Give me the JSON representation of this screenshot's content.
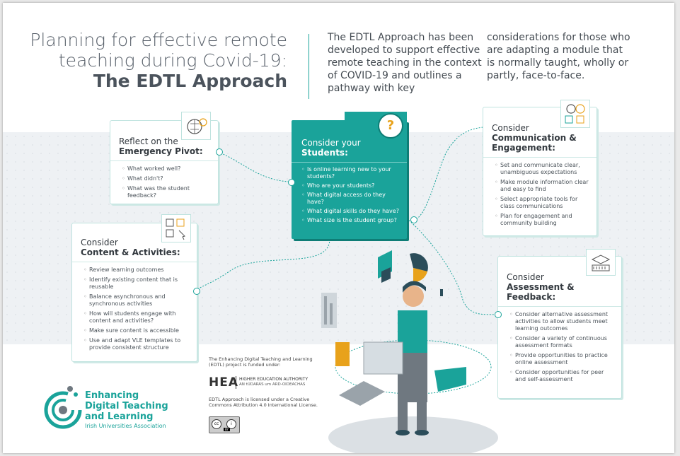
{
  "header": {
    "title_line1": "Planning for effective remote",
    "title_line2": "teaching during Covid-19:",
    "title_bold": "The EDTL Approach",
    "intro_col1": "The EDTL Approach has been developed to support effective remote teaching in the context of COVID-19 and outlines a pathway with key",
    "intro_col2": "considerations for those who are adapting a module that is normally taught, wholly or partly, face-to-face."
  },
  "cards": {
    "pivot": {
      "head1": "Reflect on the",
      "head2": "Emergency Pivot:",
      "items": [
        "What worked well?",
        "What didn't?",
        "What was the student feedback?"
      ]
    },
    "students": {
      "head1": "Consider your",
      "head2": "Students:",
      "items": [
        "Is online learning new to your students?",
        "Who are your students?",
        "What digital access do they have?",
        "What digital skills do they have?",
        "What size is the student group?"
      ]
    },
    "communication": {
      "head1": "Consider",
      "head2": "Communication & Engagement:",
      "items": [
        "Set and communicate clear, unambiguous expectations",
        "Make module information clear and easy to find",
        "Select appropriate tools for class communications",
        "Plan for engagement and community building"
      ]
    },
    "content": {
      "head1": "Consider",
      "head2": "Content & Activities:",
      "items": [
        "Review learning outcomes",
        "Identify existing content that is reusable",
        "Balance asynchronous and synchronous activities",
        "How will students engage with content and activities?",
        "Make sure content is accessible",
        "Use and adapt VLE templates to provide consistent structure"
      ]
    },
    "assessment": {
      "head1": "Consider",
      "head2": "Assessment & Feedback:",
      "items": [
        "Consider alternative assessment activities to allow students meet learning outcomes",
        "Consider a variety of continuous assessment formats",
        "Provide opportunities to practice online assessment",
        "Consider opportunities for peer and self-assessment"
      ]
    }
  },
  "footer": {
    "logo_line1": "Enhancing",
    "logo_line2": "Digital Teaching",
    "logo_line3": "and Learning",
    "logo_sub": "Irish Universities Association",
    "funded": "The Enhancing Digital Teaching and Learning (EDTL) project is funded under:",
    "hea_abbr": "HEA",
    "hea_name": "HIGHER EDUCATION AUTHORITY",
    "hea_irish": "AN tÚDARÁS um ARD-OIDEACHAS",
    "license": "EDTL Approach is licensed under a Creative Commons Attribution 4.0 International License.",
    "cc_label": "BY"
  },
  "icons": {
    "pivot": "brain-icon",
    "students": "question-head-icon",
    "communication": "speech-faces-icon",
    "content": "cubes-cursor-icon",
    "assessment": "graduation-cap-icon"
  },
  "colors": {
    "teal": "#1aa39a",
    "dark_teal": "#0e7d76",
    "orange": "#e8a21b",
    "text": "#444b52"
  }
}
